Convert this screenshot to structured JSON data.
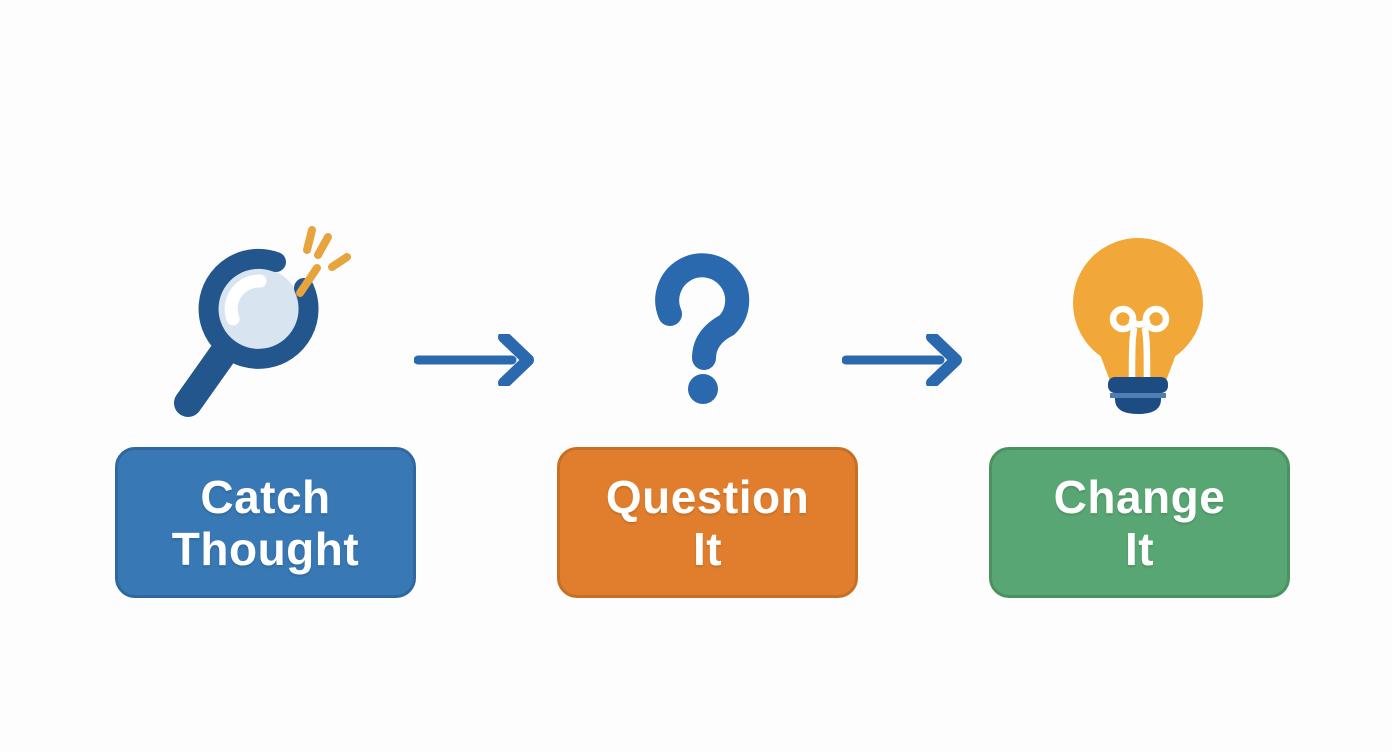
{
  "figure": {
    "background_color": "#fdfdfd",
    "steps": [
      {
        "id": "catch-thought",
        "icon": "magnifying-glass-sparkle-icon",
        "label_line1": "Catch",
        "label_line2": "Thought",
        "box_color": "#3878b4",
        "box_border_color": "#2f68a0",
        "text_color": "#ffffff"
      },
      {
        "id": "question-it",
        "icon": "question-mark-icon",
        "label_line1": "Question",
        "label_line2": "It",
        "box_color": "#e07e2d",
        "box_border_color": "#c96f24",
        "text_color": "#ffffff"
      },
      {
        "id": "change-it",
        "icon": "lightbulb-icon",
        "label_line1": "Change",
        "label_line2": "It",
        "box_color": "#58a673",
        "box_border_color": "#4a9260",
        "text_color": "#ffffff"
      }
    ],
    "connectors": [
      {
        "id": "arrow-1",
        "type": "arrow-right",
        "color": "#2a69ad"
      },
      {
        "id": "arrow-2",
        "type": "arrow-right",
        "color": "#2a69ad"
      }
    ],
    "icon_colors": {
      "magnifier_rim": "#24568e",
      "magnifier_lens": "#d8e5f0",
      "magnifier_highlight": "#ffffff",
      "sparkle": "#e7a33c",
      "question_mark": "#2a69ad",
      "arrow": "#2a69ad",
      "bulb_glass": "#f2a838",
      "bulb_filament": "#ffffff",
      "bulb_base": "#1d4c82",
      "bulb_base_stripe": "#4d7fb2"
    }
  }
}
